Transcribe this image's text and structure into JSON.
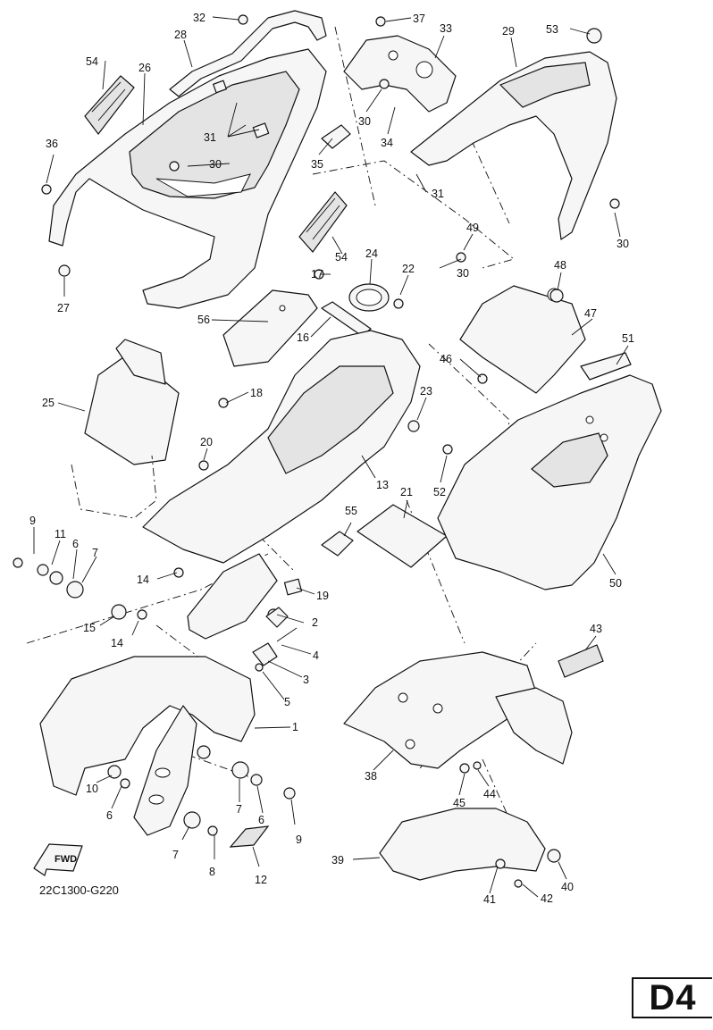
{
  "diagram": {
    "callouts": [
      "1",
      "2",
      "3",
      "4",
      "5",
      "6",
      "6",
      "6",
      "7",
      "7",
      "7",
      "8",
      "9",
      "9",
      "10",
      "11",
      "12",
      "13",
      "14",
      "14",
      "15",
      "16",
      "17",
      "18",
      "19",
      "20",
      "21",
      "22",
      "23",
      "24",
      "25",
      "26",
      "27",
      "28",
      "29",
      "30",
      "30",
      "30",
      "30",
      "31",
      "31",
      "32",
      "33",
      "34",
      "35",
      "36",
      "37",
      "38",
      "39",
      "40",
      "41",
      "42",
      "43",
      "44",
      "45",
      "46",
      "47",
      "48",
      "49",
      "50",
      "51",
      "52",
      "53",
      "54",
      "54",
      "55",
      "56"
    ],
    "drawing_code": "22C1300-G220",
    "fwd_label": "FWD",
    "page_code": "D4"
  }
}
